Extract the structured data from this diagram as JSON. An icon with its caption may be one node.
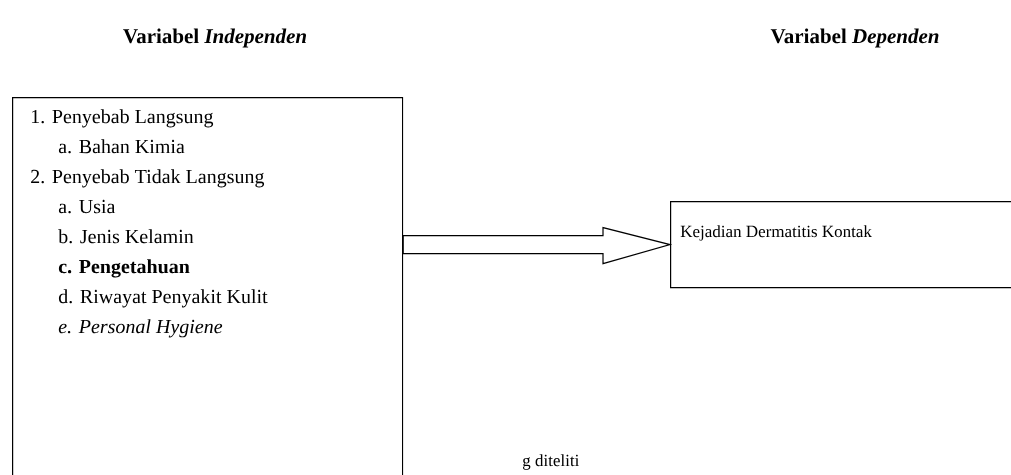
{
  "diagram": {
    "nodes": [
      {
        "text": [
          "1. Penyebab Langsung",
          "a. Bahan Kimia",
          "2. Penyebab Tidak Langsung",
          "a. Usia",
          "b. Jenis Kelamin",
          "**c. Pengetahuan**",
          "d. Riwayat Penyakit Kulit",
          "*e. Personal Hygiene*"
        ]
      },
      {
        "text": [
          "Kejadian Dermatitis Kontak"
        ]
      }
    ],
    "edges": [
      {
        "from": 0,
        "to": 1,
        "arrow": "to"
      }
    ],
    "labels": [
      "Variabel *Independen*",
      "Variabel *Dependen*",
      "g diteliti"
    ]
  }
}
